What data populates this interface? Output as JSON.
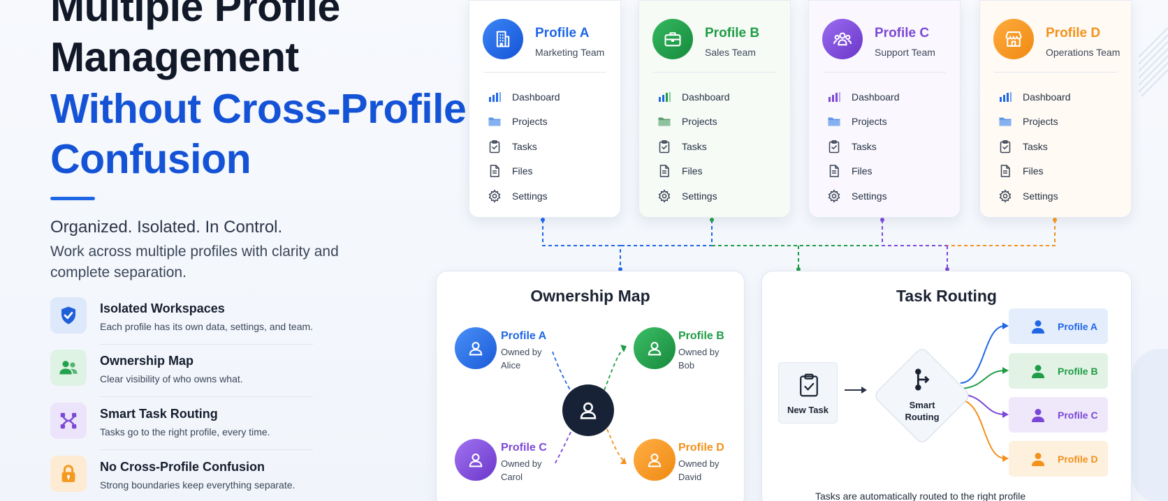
{
  "hero": {
    "line1": "Multiple Profile",
    "line2": "Management",
    "line3": "Without Cross-Profile",
    "line4": "Confusion",
    "tagline": "Organized. Isolated. In Control.",
    "intro": "Work across multiple profiles with clarity and complete separation."
  },
  "features": [
    {
      "title": "Isolated Workspaces",
      "desc": "Each profile has its own data, settings, and team.",
      "icon": "shield-check-icon",
      "color": "#1f5fd8",
      "bg": "#dde8fb"
    },
    {
      "title": "Ownership Map",
      "desc": "Clear visibility of who owns what.",
      "icon": "users-icon",
      "color": "#23a24d",
      "bg": "#dff3e4"
    },
    {
      "title": "Smart Task Routing",
      "desc": "Tasks go to the right profile, every time.",
      "icon": "routing-icon",
      "color": "#7b48d6",
      "bg": "#ece4fa"
    },
    {
      "title": "No Cross-Profile Confusion",
      "desc": "Strong boundaries keep everything separate.",
      "icon": "lock-icon",
      "color": "#f39a1f",
      "bg": "#fdebd3"
    }
  ],
  "profiles": [
    {
      "name": "Profile A",
      "team": "Marketing Team",
      "icon": "building-icon",
      "color": "#1f66e6",
      "light": "#6aa2f7",
      "bg": "#ffffff"
    },
    {
      "name": "Profile B",
      "team": "Sales Team",
      "icon": "briefcase-icon",
      "color": "#1f9c45",
      "light": "#7fcf94",
      "bg": "#f6fbf6"
    },
    {
      "name": "Profile C",
      "team": "Support Team",
      "icon": "team-icon",
      "color": "#7b48d6",
      "light": "#b79bf0",
      "bg": "#faf8fe"
    },
    {
      "name": "Profile D",
      "team": "Operations Team",
      "icon": "store-icon",
      "color": "#f3911c",
      "light": "#f7bd74",
      "bg": "#fffaf3"
    }
  ],
  "menu": [
    "Dashboard",
    "Projects",
    "Tasks",
    "Files",
    "Settings"
  ],
  "ownership": {
    "title": "Ownership Map",
    "owners": [
      {
        "name": "Profile A",
        "by": "Owned by",
        "owner": "Alice"
      },
      {
        "name": "Profile B",
        "by": "Owned by",
        "owner": "Bob"
      },
      {
        "name": "Profile C",
        "by": "Owned by",
        "owner": "Carol"
      },
      {
        "name": "Profile D",
        "by": "Owned by",
        "owner": "David"
      }
    ]
  },
  "routing": {
    "title": "Task Routing",
    "new_task": "New Task",
    "smart_line1": "Smart",
    "smart_line2": "Routing",
    "targets": [
      "Profile A",
      "Profile B",
      "Profile C",
      "Profile D"
    ],
    "caption": "Tasks are automatically routed to the right profile"
  }
}
